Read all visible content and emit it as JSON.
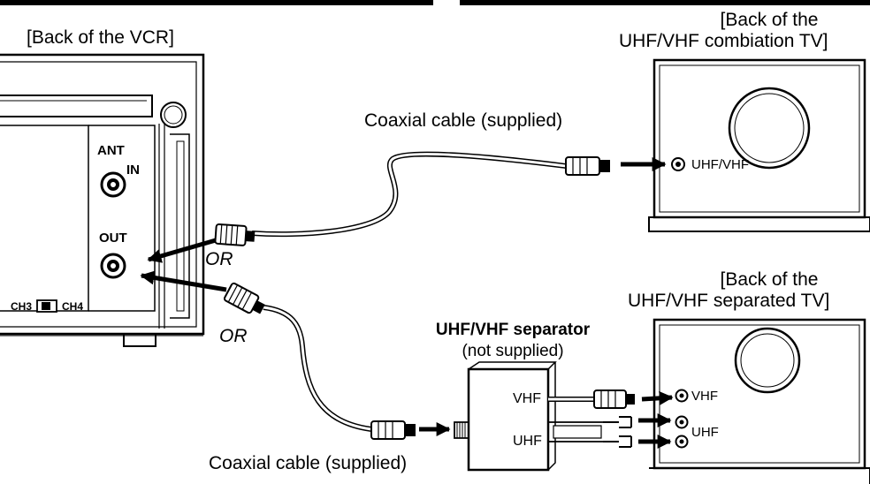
{
  "vcr": {
    "title": "[Back of the VCR]",
    "ant_label": "ANT",
    "in_label": "IN",
    "out_label": "OUT",
    "ch3_label": "CH3",
    "ch4_label": "CH4"
  },
  "combination_tv": {
    "title_line1": "[Back of the",
    "title_line2": "UHF/VHF combiation TV]",
    "port_label": "UHF/VHF"
  },
  "separated_tv": {
    "title_line1": "[Back of the",
    "title_line2": "UHF/VHF separated TV]",
    "vhf_label": "VHF",
    "uhf_label": "UHF"
  },
  "cables": {
    "top_label": "Coaxial cable (supplied)",
    "bottom_label": "Coaxial cable (supplied)",
    "or_1": "OR",
    "or_2": "OR"
  },
  "separator": {
    "title_line1": "UHF/VHF separator",
    "title_line2": "(not supplied)",
    "vhf_label": "VHF",
    "uhf_label": "UHF"
  },
  "colors": {
    "ink": "#000000",
    "cable_fill": "#ffffff",
    "background": "#ffffff"
  }
}
